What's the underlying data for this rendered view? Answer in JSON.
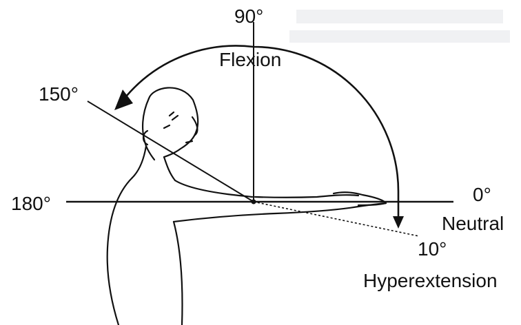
{
  "labels": {
    "deg_90": "90°",
    "flexion": "Flexion",
    "deg_150": "150°",
    "deg_180": "180°",
    "deg_0": "0°",
    "neutral": "Neutral",
    "deg_10": "10°",
    "hyperextension": "Hyperextension"
  },
  "colors": {
    "ink": "#111111",
    "background": "#ffffff",
    "bleed_through": "#d9dde3"
  }
}
